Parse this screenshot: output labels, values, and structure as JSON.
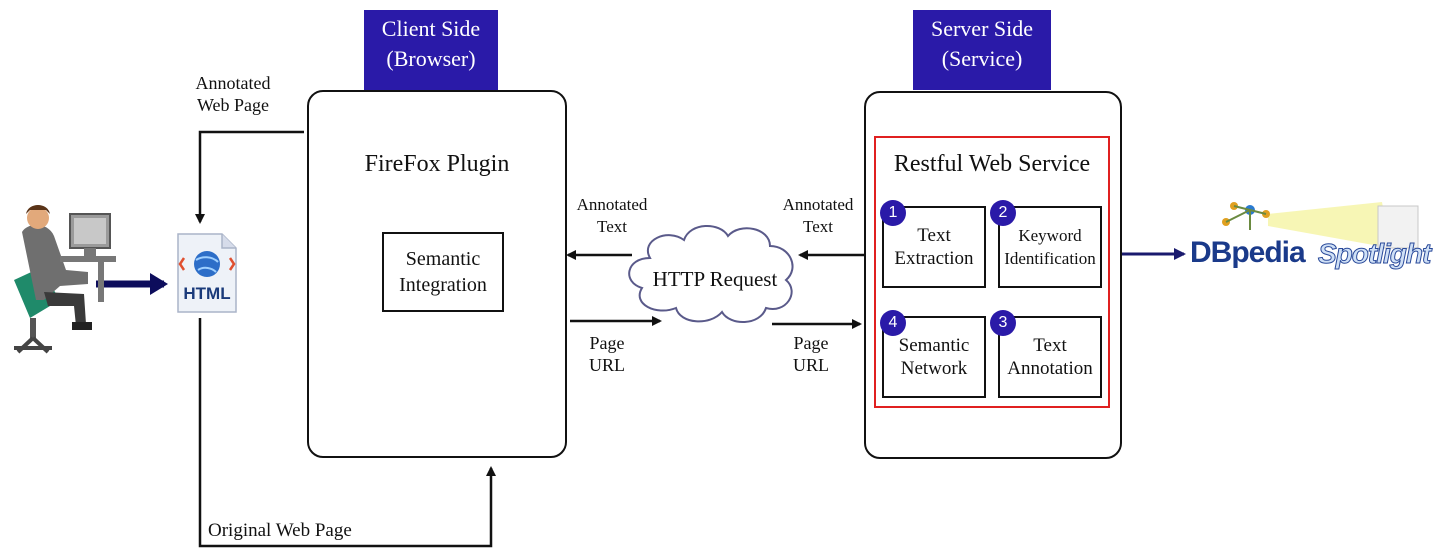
{
  "client_header": {
    "line1": "Client Side",
    "line2": "(Browser)"
  },
  "server_header": {
    "line1": "Server Side",
    "line2": "(Service)"
  },
  "client_panel": {
    "title": "FireFox Plugin",
    "box": {
      "line1": "Semantic",
      "line2": "Integration"
    }
  },
  "server_panel": {
    "title": "Restful Web Service",
    "modules": [
      {
        "number": "1",
        "line1": "Text",
        "line2": "Extraction"
      },
      {
        "number": "2",
        "line1": "Keyword",
        "line2": "Identification"
      },
      {
        "number": "3",
        "line1": "Text",
        "line2": "Annotation"
      },
      {
        "number": "4",
        "line1": "Semantic",
        "line2": "Network"
      }
    ]
  },
  "labels": {
    "annotated_web_page": {
      "line1": "Annotated",
      "line2": "Web Page"
    },
    "annotated_text_left": {
      "line1": "Annotated",
      "line2": "Text"
    },
    "annotated_text_right": {
      "line1": "Annotated",
      "line2": "Text"
    },
    "page_url_left": {
      "line1": "Page",
      "line2": "URL"
    },
    "page_url_right": {
      "line1": "Page",
      "line2": "URL"
    },
    "original_web_page": "Original Web Page",
    "http_request": "HTTP Request"
  },
  "html_icon_text": "HTML",
  "html_icon_tag": "<●>",
  "dbpedia": {
    "part1": "DBpedia",
    "part2": "Spotlight"
  },
  "colors": {
    "header_bg": "#2a1aa8",
    "highlight_border": "#e02020",
    "arrow": "#111111",
    "dbpedia_arrow": "#1a1a6e",
    "user_arrow": "#0d0d5c"
  },
  "icons": [
    "user-at-computer-icon",
    "html-file-icon",
    "cloud-icon",
    "dbpedia-spotlight-logo"
  ]
}
